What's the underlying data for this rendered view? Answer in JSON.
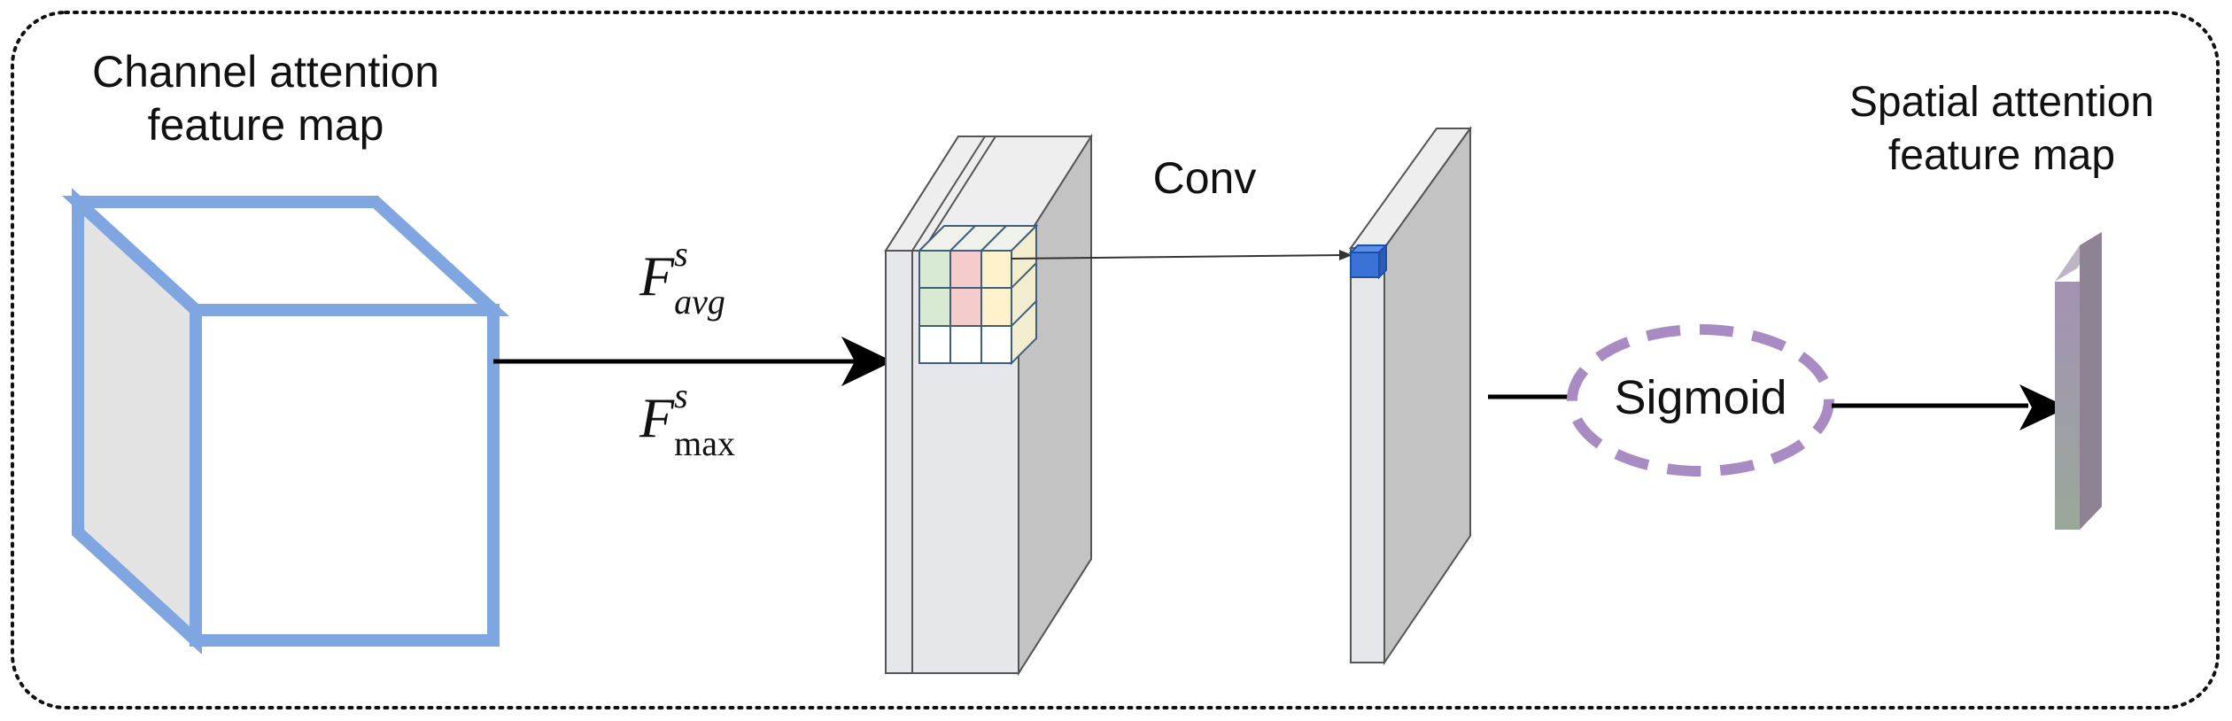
{
  "labels": {
    "input_line1": "Channel attention",
    "input_line2": "feature map",
    "output_line1": "Spatial attention",
    "output_line2": "feature map",
    "conv": "Conv",
    "sigmoid": "Sigmoid"
  },
  "formulas": {
    "avg": {
      "base": "F",
      "sup": "s",
      "sub": "avg"
    },
    "max": {
      "base": "F",
      "sup": "s",
      "sub": "max"
    }
  },
  "colors": {
    "cube_edge": "#7fa6e0",
    "cube_side": "#e3e3e3",
    "slab_front": "#e6e7ea",
    "slab_side": "#c3c3c3",
    "kernel_green": "#d9ead3",
    "kernel_pink": "#f4cccc",
    "kernel_yellow": "#fff2cc",
    "conv_cell": "#3a72d8",
    "sigmoid_ellipse": "#a98bc4",
    "output_map": "#a99aab",
    "arrow": "#000000",
    "frame": "#111111"
  }
}
